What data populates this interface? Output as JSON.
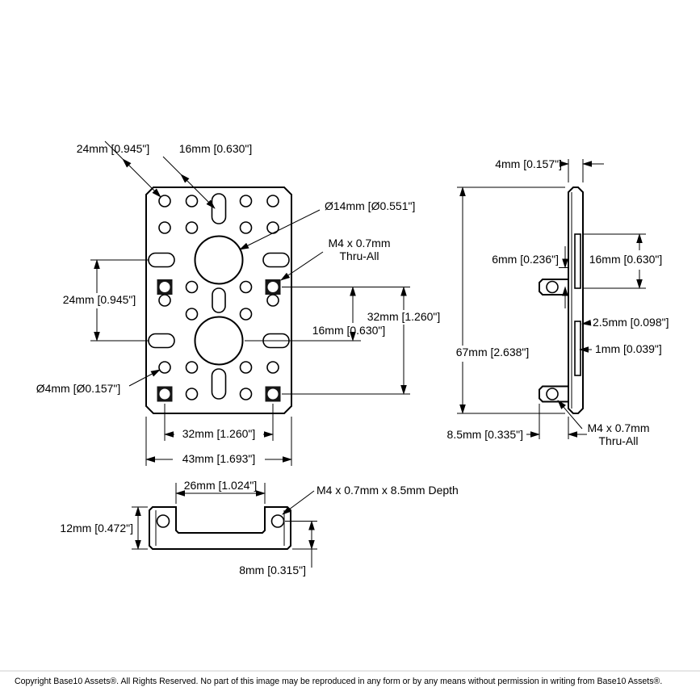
{
  "front_view": {
    "diag_dim_a": "24mm [0.945\"]",
    "diag_dim_b": "16mm [0.630\"]",
    "bore_callout": "Ø14mm [Ø0.551\"]",
    "m4_callout_line1": "M4 x 0.7mm",
    "m4_callout_line2": "Thru-All",
    "left_dim": "24mm [0.945\"]",
    "right_dim": "32mm [1.260\"]",
    "inner_dim": "16mm [0.630\"]",
    "small_hole_callout": "Ø4mm [Ø0.157\"]",
    "bottom_dim_inner": "32mm [1.260\"]",
    "bottom_dim_overall": "43mm [1.693\"]"
  },
  "side_view": {
    "thickness_dim": "4mm [0.157\"]",
    "height_dim": "67mm [2.638\"]",
    "offset_dim": "6mm [0.236\"]",
    "slot_length_dim": "16mm [0.630\"]",
    "slot_width_dim": "2.5mm [0.098\"]",
    "wall_dim": "1mm [0.039\"]",
    "boss_dim": "8.5mm [0.335\"]",
    "m4_callout_line1": "M4 x 0.7mm",
    "m4_callout_line2": "Thru-All"
  },
  "bottom_view": {
    "channel_dim": "26mm [1.024\"]",
    "m4_depth_callout": "M4 x 0.7mm x 8.5mm Depth",
    "height_dim": "12mm [0.472\"]",
    "hole_offset_dim": "8mm [0.315\"]"
  },
  "footer": {
    "copyright": "Copyright Base10 Assets®.  All Rights Reserved. No part of this image may be reproduced in any form or by any means without permission in writing from Base10 Assets®."
  },
  "colors": {
    "line": "#000000",
    "background": "#ffffff"
  }
}
